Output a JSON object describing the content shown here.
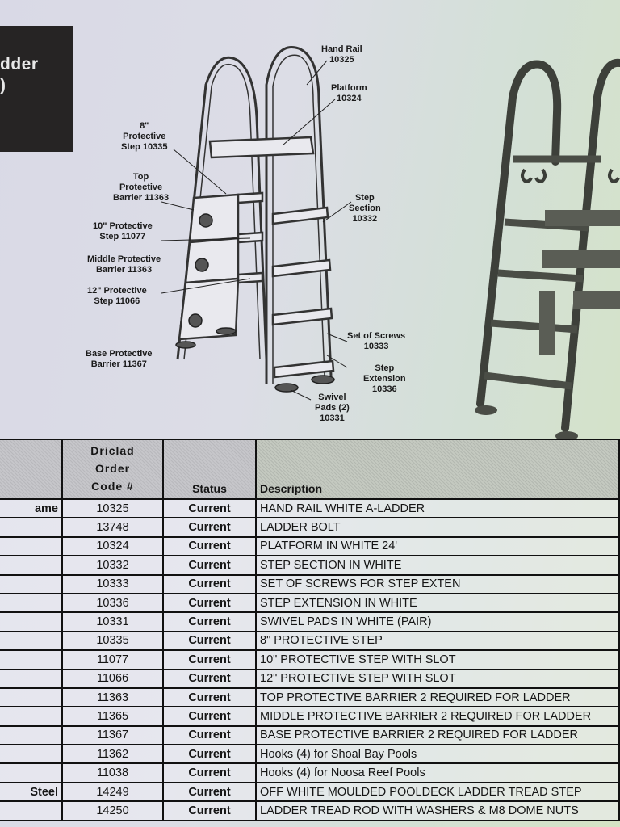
{
  "title_block": {
    "line1": "dder",
    "line2": ")"
  },
  "diagram": {
    "callouts": [
      {
        "id": "hand-rail",
        "label": "Hand Rail",
        "code": "10325"
      },
      {
        "id": "platform",
        "label": "Platform",
        "code": "10324"
      },
      {
        "id": "step-8",
        "label": "8\" Protective Step",
        "line1": "8\"",
        "line2": "Protective",
        "line3": "Step 10335"
      },
      {
        "id": "top-barrier",
        "line1": "Top",
        "line2": "Protective",
        "line3": "Barrier 11363"
      },
      {
        "id": "step-section",
        "line1": "Step",
        "line2": "Section",
        "line3": "10332"
      },
      {
        "id": "step-10",
        "line1": "10\" Protective",
        "line2": "Step 11077"
      },
      {
        "id": "middle-barrier",
        "line1": "Middle Protective",
        "line2": "Barrier 11363"
      },
      {
        "id": "step-12",
        "line1": "12\" Protective",
        "line2": "Step 11066"
      },
      {
        "id": "set-of-screws",
        "line1": "Set of Screws",
        "line2": "10333"
      },
      {
        "id": "base-barrier",
        "line1": "Base Protective",
        "line2": "Barrier 11367"
      },
      {
        "id": "step-extension",
        "line1": "Step",
        "line2": "Extension",
        "line3": "10336"
      },
      {
        "id": "swivel-pads",
        "line1": "Swivel",
        "line2": "Pads (2)",
        "line3": "10331"
      }
    ]
  },
  "table": {
    "headers": {
      "name": "",
      "code_line1": "Driclad",
      "code_line2": "Order",
      "code_line3": "Code #",
      "status": "Status",
      "description": "Description"
    },
    "rows": [
      {
        "name": "ame",
        "code": "10325",
        "status": "Current",
        "description": "HAND RAIL WHITE A-LADDER"
      },
      {
        "name": "",
        "code": "13748",
        "status": "Current",
        "description": "LADDER BOLT"
      },
      {
        "name": "",
        "code": "10324",
        "status": "Current",
        "description": "PLATFORM IN WHITE 24'"
      },
      {
        "name": "",
        "code": "10332",
        "status": "Current",
        "description": "STEP SECTION IN WHITE"
      },
      {
        "name": "",
        "code": "10333",
        "status": "Current",
        "description": "SET OF SCREWS FOR STEP EXTEN"
      },
      {
        "name": "",
        "code": "10336",
        "status": "Current",
        "description": "STEP EXTENSION IN WHITE"
      },
      {
        "name": "",
        "code": "10331",
        "status": "Current",
        "description": "SWIVEL PADS IN WHITE (PAIR)"
      },
      {
        "name": "",
        "code": "10335",
        "status": "Current",
        "description": "8\" PROTECTIVE STEP"
      },
      {
        "name": "",
        "code": "11077",
        "status": "Current",
        "description": "10\" PROTECTIVE STEP WITH SLOT"
      },
      {
        "name": "",
        "code": "11066",
        "status": "Current",
        "description": "12\" PROTECTIVE STEP WITH SLOT"
      },
      {
        "name": "",
        "code": "11363",
        "status": "Current",
        "description": "TOP PROTECTIVE BARRIER 2 REQUIRED FOR LADDER"
      },
      {
        "name": "",
        "code": "11365",
        "status": "Current",
        "description": "MIDDLE PROTECTIVE BARRIER 2 REQUIRED FOR LADDER"
      },
      {
        "name": "",
        "code": "11367",
        "status": "Current",
        "description": "BASE PROTECTIVE BARRIER 2 REQUIRED FOR LADDER"
      },
      {
        "name": "",
        "code": "11362",
        "status": "Current",
        "description": "Hooks (4) for Shoal Bay Pools"
      },
      {
        "name": "",
        "code": "11038",
        "status": "Current",
        "description": "Hooks (4) for Noosa Reef Pools"
      },
      {
        "name": "Steel",
        "code": "14249",
        "status": "Current",
        "description": "OFF WHITE MOULDED POOLDECK LADDER TREAD STEP"
      },
      {
        "name": "",
        "code": "14250",
        "status": "Current",
        "description": "LADDER TREAD ROD WITH WASHERS & M8 DOME NUTS"
      }
    ]
  }
}
